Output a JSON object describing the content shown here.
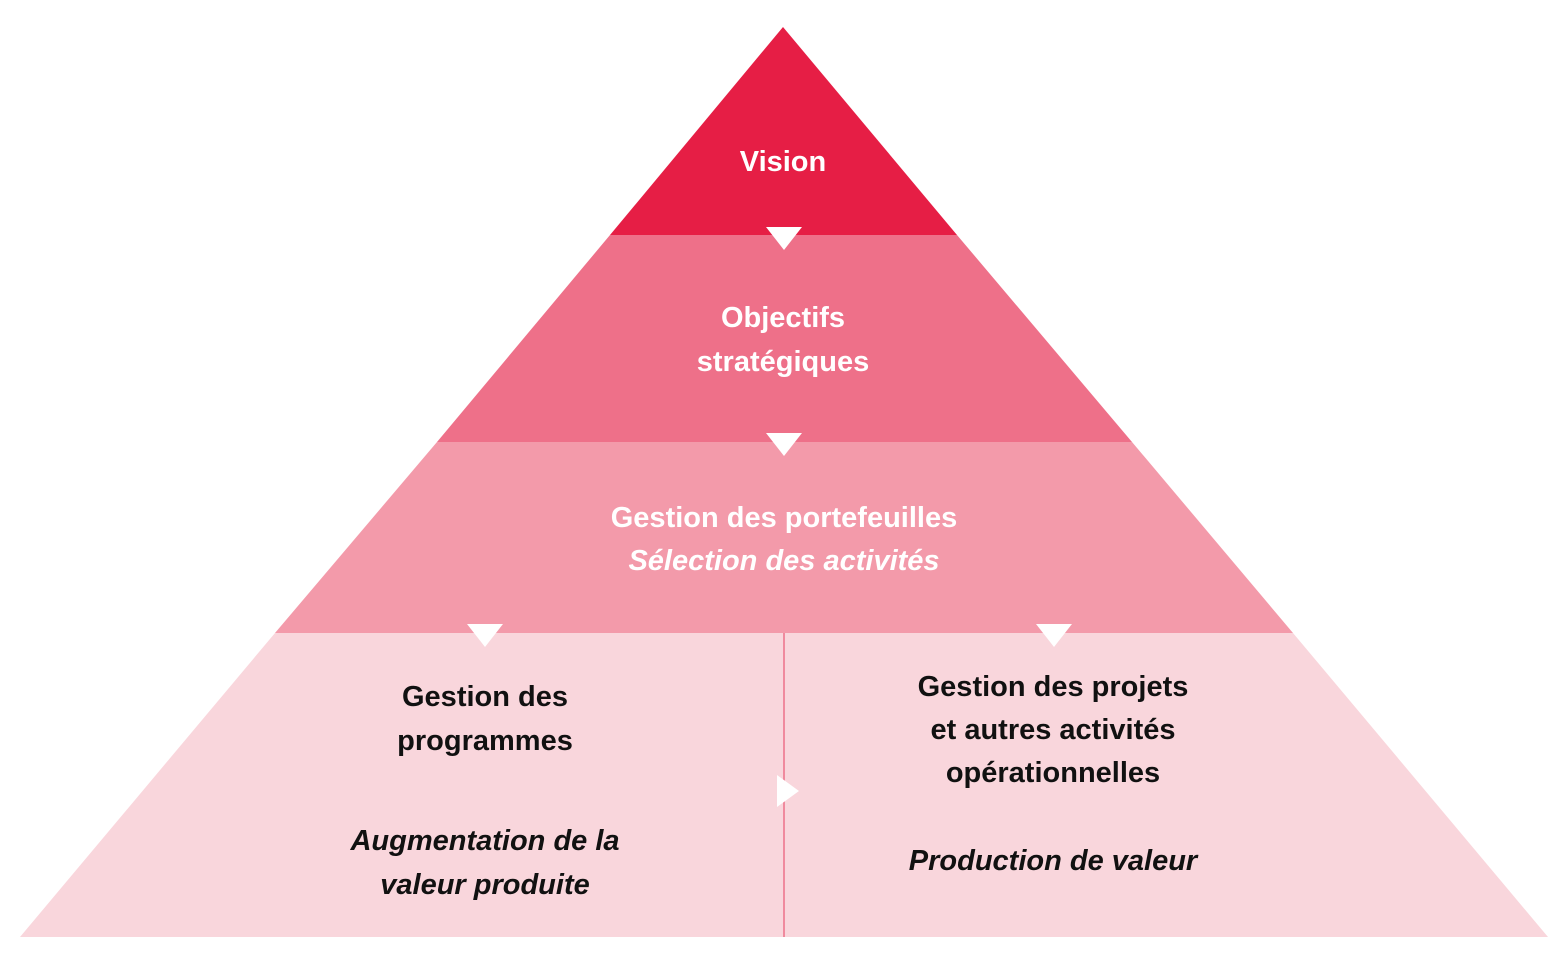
{
  "colors": {
    "tier_vision": "#e61e45",
    "tier_objectives": "#ee7089",
    "tier_portfolio": "#f39aaa",
    "tier_base": "#f9d6dc",
    "divider": "#ee7089",
    "arrow": "#ffffff"
  },
  "pyramid": {
    "vision": {
      "title": "Vision"
    },
    "objectives": {
      "line1": "Objectifs",
      "line2": "stratégiques"
    },
    "portfolio": {
      "title": "Gestion des portefeuilles",
      "subtitle": "Sélection des activités"
    },
    "programs": {
      "line1": "Gestion des",
      "line2": "programmes",
      "subtitle1": "Augmentation de la",
      "subtitle2": "valeur produite"
    },
    "projects": {
      "line1": "Gestion des projets",
      "line2": "et autres activités",
      "line3": "opérationnelles",
      "subtitle": "Production de valeur"
    }
  }
}
